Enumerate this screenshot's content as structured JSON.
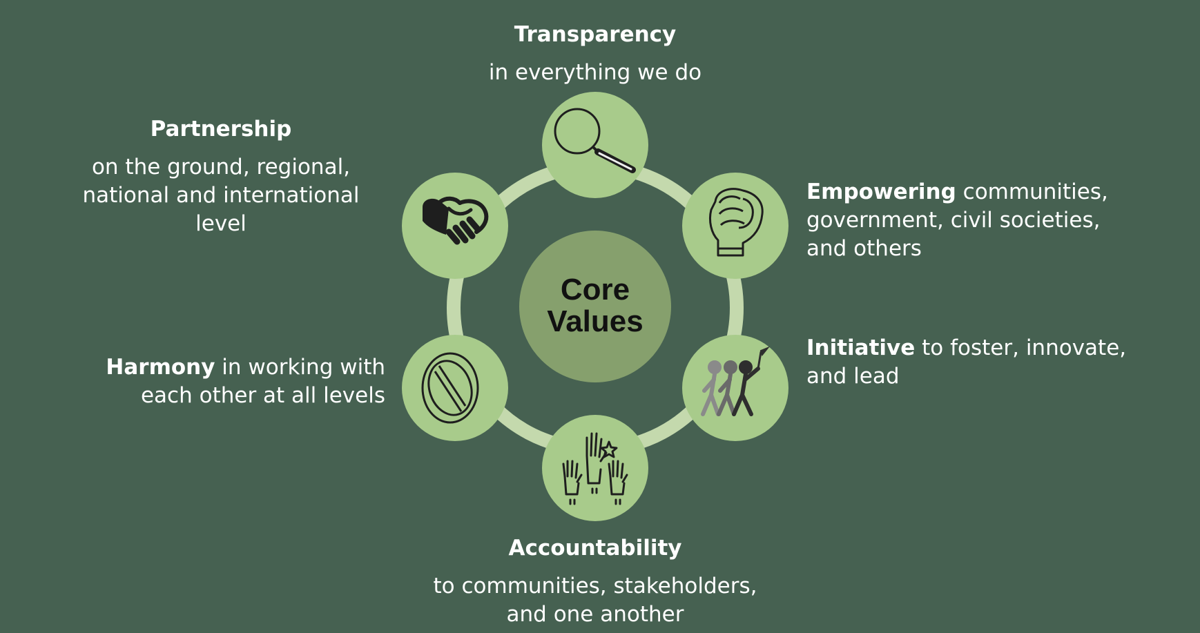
{
  "center": {
    "line1": "Core",
    "line2": "Values"
  },
  "colors": {
    "background": "#466151",
    "ring": "#c4d9ad",
    "node": "#a8cb8b",
    "center_circle": "#86a06d",
    "icon": "#1e1e1e",
    "text": "#ffffff"
  },
  "values": [
    {
      "key": "transparency",
      "title": "Transparency",
      "text": "in everything we do",
      "icon": "magnifying-glass-icon"
    },
    {
      "key": "empowering",
      "title": "Empowering",
      "text": " communities, government, civil societies, and others",
      "icon": "raised-fist-icon"
    },
    {
      "key": "initiative",
      "title": "Initiative",
      "text": " to foster, innovate, and lead",
      "icon": "marching-people-icon"
    },
    {
      "key": "accountability",
      "title": "Accountability",
      "text_line1": "to communities, stakeholders,",
      "text_line2": "and one another",
      "icon": "raised-hands-icon"
    },
    {
      "key": "harmony",
      "title": "Harmony",
      "text": " in working with each other at all levels",
      "icon": "no-sign-icon"
    },
    {
      "key": "partnership",
      "title": "Partnership",
      "text_line1": "on the ground, regional,",
      "text_line2": "national and international",
      "text_line3": "level",
      "icon": "handshake-icon"
    }
  ]
}
